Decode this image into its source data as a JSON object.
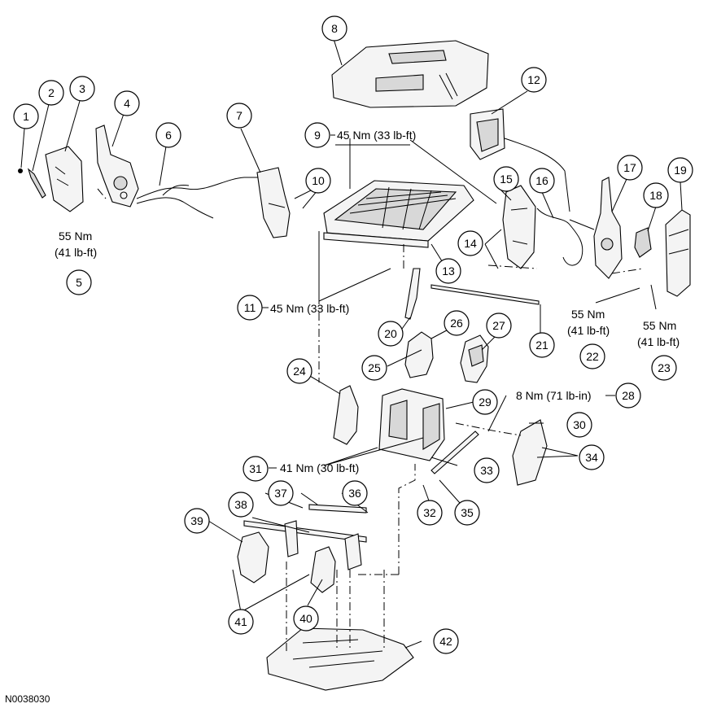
{
  "figure_id": "N0038030",
  "callouts": [
    "1",
    "2",
    "3",
    "4",
    "5",
    "6",
    "7",
    "8",
    "9",
    "10",
    "11",
    "12",
    "13",
    "14",
    "15",
    "16",
    "17",
    "18",
    "19",
    "20",
    "21",
    "22",
    "23",
    "24",
    "25",
    "26",
    "27",
    "28",
    "29",
    "30",
    "31",
    "32",
    "33",
    "34",
    "35",
    "36",
    "37",
    "38",
    "39",
    "40",
    "41",
    "42"
  ],
  "torque": {
    "t9": "45 Nm (33 lb-ft)",
    "t11": "45 Nm (33 lb-ft)",
    "t28": "8 Nm (71 lb-in)",
    "t31": "41 Nm (30 lb-ft)",
    "t5_a": "55 Nm",
    "t5_b": "(41 lb-ft)",
    "t22_a": "55 Nm",
    "t22_b": "(41 lb-ft)",
    "t23_a": "55 Nm",
    "t23_b": "(41 lb-ft)"
  }
}
